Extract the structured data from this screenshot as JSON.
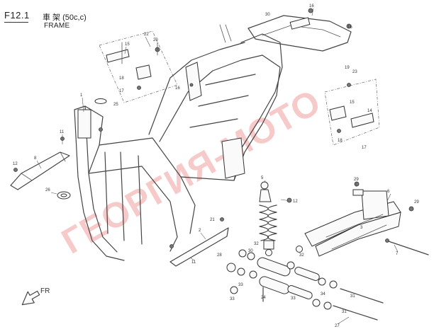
{
  "header": {
    "figure_id": "F12.1",
    "title_cn": "車 架",
    "variant": "(50c,c)",
    "title_en": "FRAME"
  },
  "direction": {
    "label": "FR"
  },
  "watermark": {
    "text": "ГЕОРГИЯ-МОТО"
  },
  "callouts": [
    "16",
    "30",
    "16",
    "22",
    "20",
    "15",
    "18",
    "17",
    "25",
    "16",
    "1",
    "11",
    "12",
    "8",
    "26",
    "19",
    "23",
    "15",
    "14",
    "18",
    "17",
    "5",
    "12",
    "29",
    "6",
    "29",
    "2",
    "21",
    "11",
    "32",
    "30",
    "32",
    "28",
    "33",
    "24",
    "34",
    "33",
    "33",
    "3",
    "7",
    "31",
    "31",
    "27"
  ]
}
